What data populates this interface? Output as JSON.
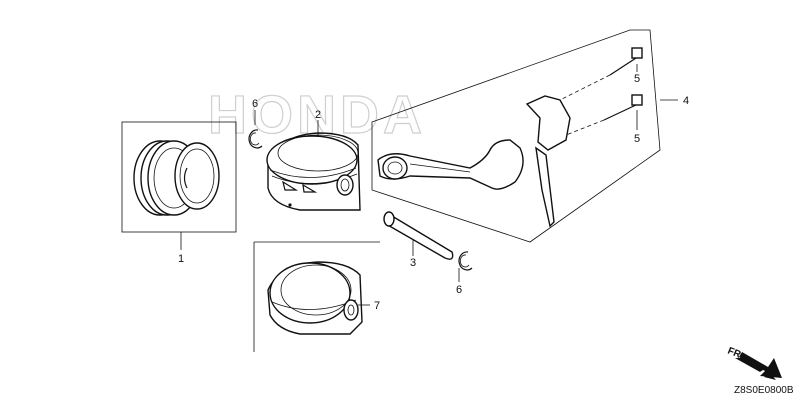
{
  "watermark": "HONDA",
  "diagram_code": "Z8S0E0800B",
  "front_indicator": "FR.",
  "callouts": {
    "ring_set": "1",
    "piston_a": "2",
    "piston_pin": "3",
    "connecting_rod": "4",
    "rod_bolt_upper": "5",
    "rod_bolt_lower": "5",
    "clip_upper": "6",
    "clip_lower": "6",
    "piston_b": "7"
  }
}
